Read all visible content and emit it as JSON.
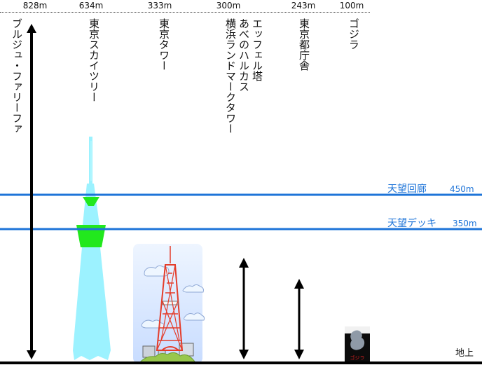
{
  "buildings": [
    {
      "name": "ブルジュ・ファリーファ",
      "height": "828m"
    },
    {
      "name": "東京スカイツリー",
      "height": "634m"
    },
    {
      "name": "東京タワー",
      "height": "333m"
    },
    {
      "names": [
        "エッフェル塔",
        "あべのハルカス",
        "横浜ランドマークタワー"
      ],
      "height": "300m"
    },
    {
      "name": "東京都庁舎",
      "height": "243m"
    },
    {
      "name": "ゴジラ",
      "height": "100m"
    }
  ],
  "observation_levels": [
    {
      "label": "天望回廊",
      "height": "450m"
    },
    {
      "label": "天望デッキ",
      "height": "350m"
    }
  ],
  "ground_label": "地上",
  "godzilla_poster_text": "ゴジラ",
  "colors": {
    "observation_line": "#1e74d8",
    "skytree_body": "#9cf2ff",
    "skytree_deck": "#22e81d",
    "tokyo_tower_red": "#e43d2b",
    "arrow": "#000000"
  }
}
